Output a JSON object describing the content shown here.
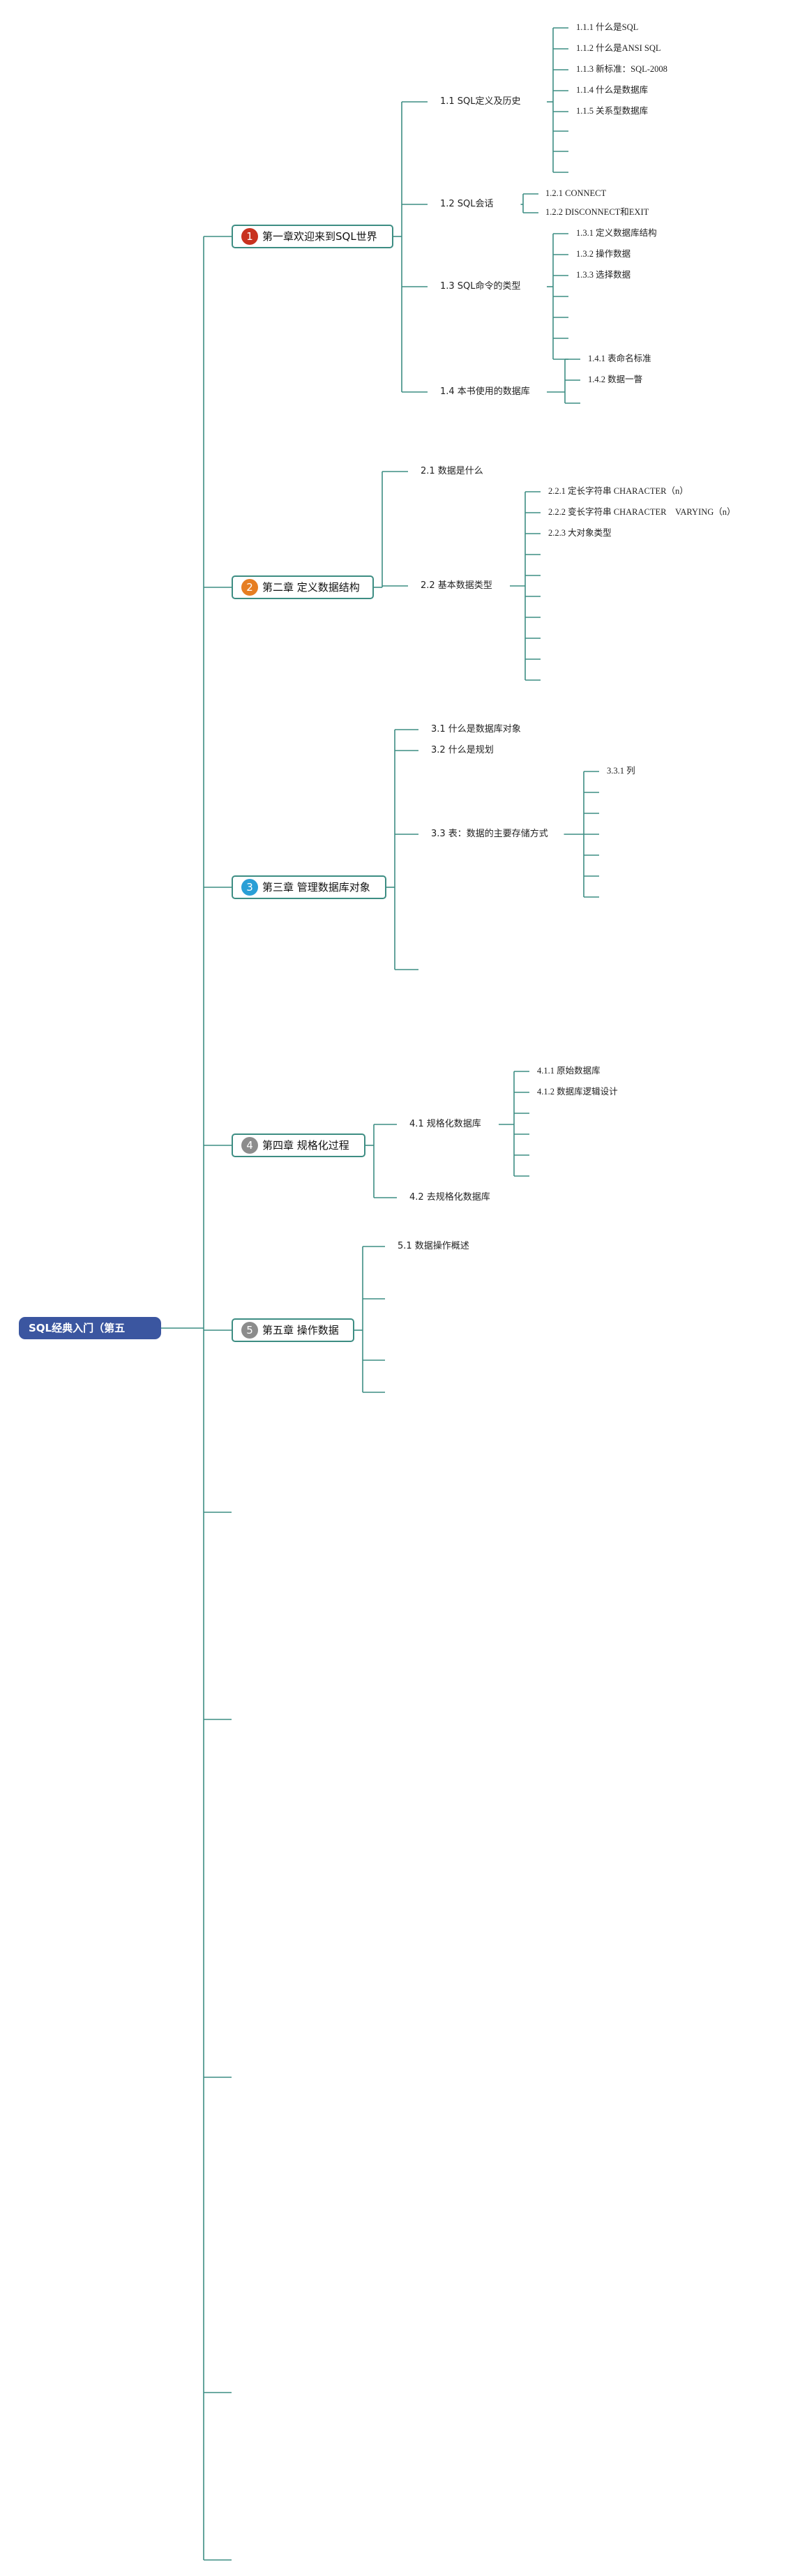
{
  "title": "SQL经典入门（第五",
  "colors": {
    "line": "#3d8d83",
    "root": "#3b56a0",
    "badges": [
      "#c8321f",
      "#e67e22",
      "#2a9fd6",
      "#8c8c8c",
      "#8c8c8c"
    ]
  },
  "chapters": [
    {
      "num": "1",
      "label": "第一章欢迎来到SQL世界",
      "sections": [
        {
          "label": "1.1 SQL定义及历史",
          "subs": [
            "1.1.1 什么是SQL",
            "1.1.2 什么是ANSI SQL",
            "1.1.3 新标准：SQL-2008",
            "1.1.4 什么是数据库",
            "1.1.5 关系型数据库",
            "",
            "",
            ""
          ]
        },
        {
          "label": "1.2 SQL会话",
          "subs": [
            "1.2.1 CONNECT",
            "1.2.2 DISCONNECT和EXIT"
          ]
        },
        {
          "label": "1.3 SQL命令的类型",
          "subs": [
            "1.3.1 定义数据库结构",
            "1.3.2 操作数据",
            "1.3.3 选择数据",
            "",
            "",
            "",
            ""
          ]
        },
        {
          "label": "1.4 本书使用的数据库",
          "subs": [
            "1.4.1 表命名标准",
            "1.4.2 数据一瞥",
            ""
          ]
        }
      ]
    },
    {
      "num": "2",
      "label": "第二章 定义数据结构",
      "sections": [
        {
          "label": "2.1 数据是什么",
          "subs": []
        },
        {
          "label": "2.2 基本数据类型",
          "subs": [
            "2.2.1 定长字符串 CHARACTER（n）",
            "2.2.2 变长字符串 CHARACTER　VARYING（n）",
            "2.2.3 大对象类型",
            "",
            "",
            "",
            "",
            "",
            "",
            ""
          ]
        }
      ]
    },
    {
      "num": "3",
      "label": "第三章 管理数据库对象",
      "sections": [
        {
          "label": "3.1 什么是数据库对象",
          "subs": []
        },
        {
          "label": "3.2 什么是规划",
          "subs": []
        },
        {
          "label": "3.3 表：数据的主要存储方式",
          "subs": [
            "3.3.1 列",
            "",
            "",
            "",
            "",
            "",
            ""
          ]
        },
        {
          "label": "",
          "subs": []
        }
      ]
    },
    {
      "num": "4",
      "label": "第四章 规格化过程",
      "sections": [
        {
          "label": "4.1 规格化数据库",
          "subs": [
            "4.1.1 原始数据库",
            "4.1.2 数据库逻辑设计",
            "",
            "",
            "",
            ""
          ]
        },
        {
          "label": "4.2 去规格化数据库",
          "subs": []
        }
      ]
    },
    {
      "num": "5",
      "label": "第五章 操作数据",
      "sections": [
        {
          "label": "5.1 数据操作概述",
          "subs": []
        },
        {
          "label": "",
          "subs": []
        },
        {
          "label": "",
          "subs": []
        },
        {
          "label": "",
          "subs": []
        },
        {
          "label": "",
          "subs": []
        }
      ]
    }
  ],
  "trailing_branches": 5
}
